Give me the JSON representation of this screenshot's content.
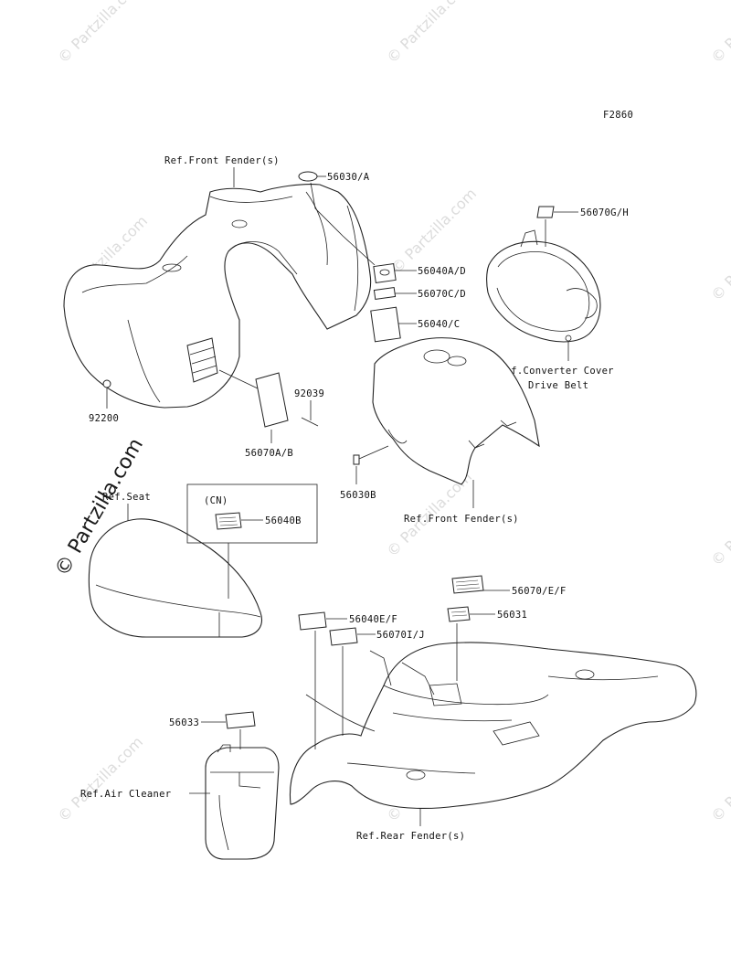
{
  "figure_code": "F2860",
  "watermark": {
    "small_text": "© Partzilla.com",
    "large_text": "© Partzilla.com"
  },
  "labels": {
    "front_fender_ref_top": "Ref.Front Fender(s)",
    "p56030A": "56030/A",
    "p56070GH": "56070G/H",
    "p56040AD": "56040A/D",
    "p56070CD": "56070C/D",
    "p56040C": "56040/C",
    "converter_cover_ref_1": "Ref.Converter Cover",
    "converter_cover_ref_2": "Drive Belt",
    "p92039": "92039",
    "p92200": "92200",
    "p56070AB": "56070A/B",
    "p56030B": "56030B",
    "front_fender_ref_bottom": "Ref.Front Fender(s)",
    "seat_ref": "Ref.Seat",
    "cn_tag": "(CN)",
    "p56040B": "56040B",
    "p56070EF": "56070/E/F",
    "p56040EF": "56040E/F",
    "p56031": "56031",
    "p56070IJ": "56070I/J",
    "p56033": "56033",
    "air_cleaner_ref": "Ref.Air Cleaner",
    "rear_fender_ref": "Ref.Rear Fender(s)"
  }
}
